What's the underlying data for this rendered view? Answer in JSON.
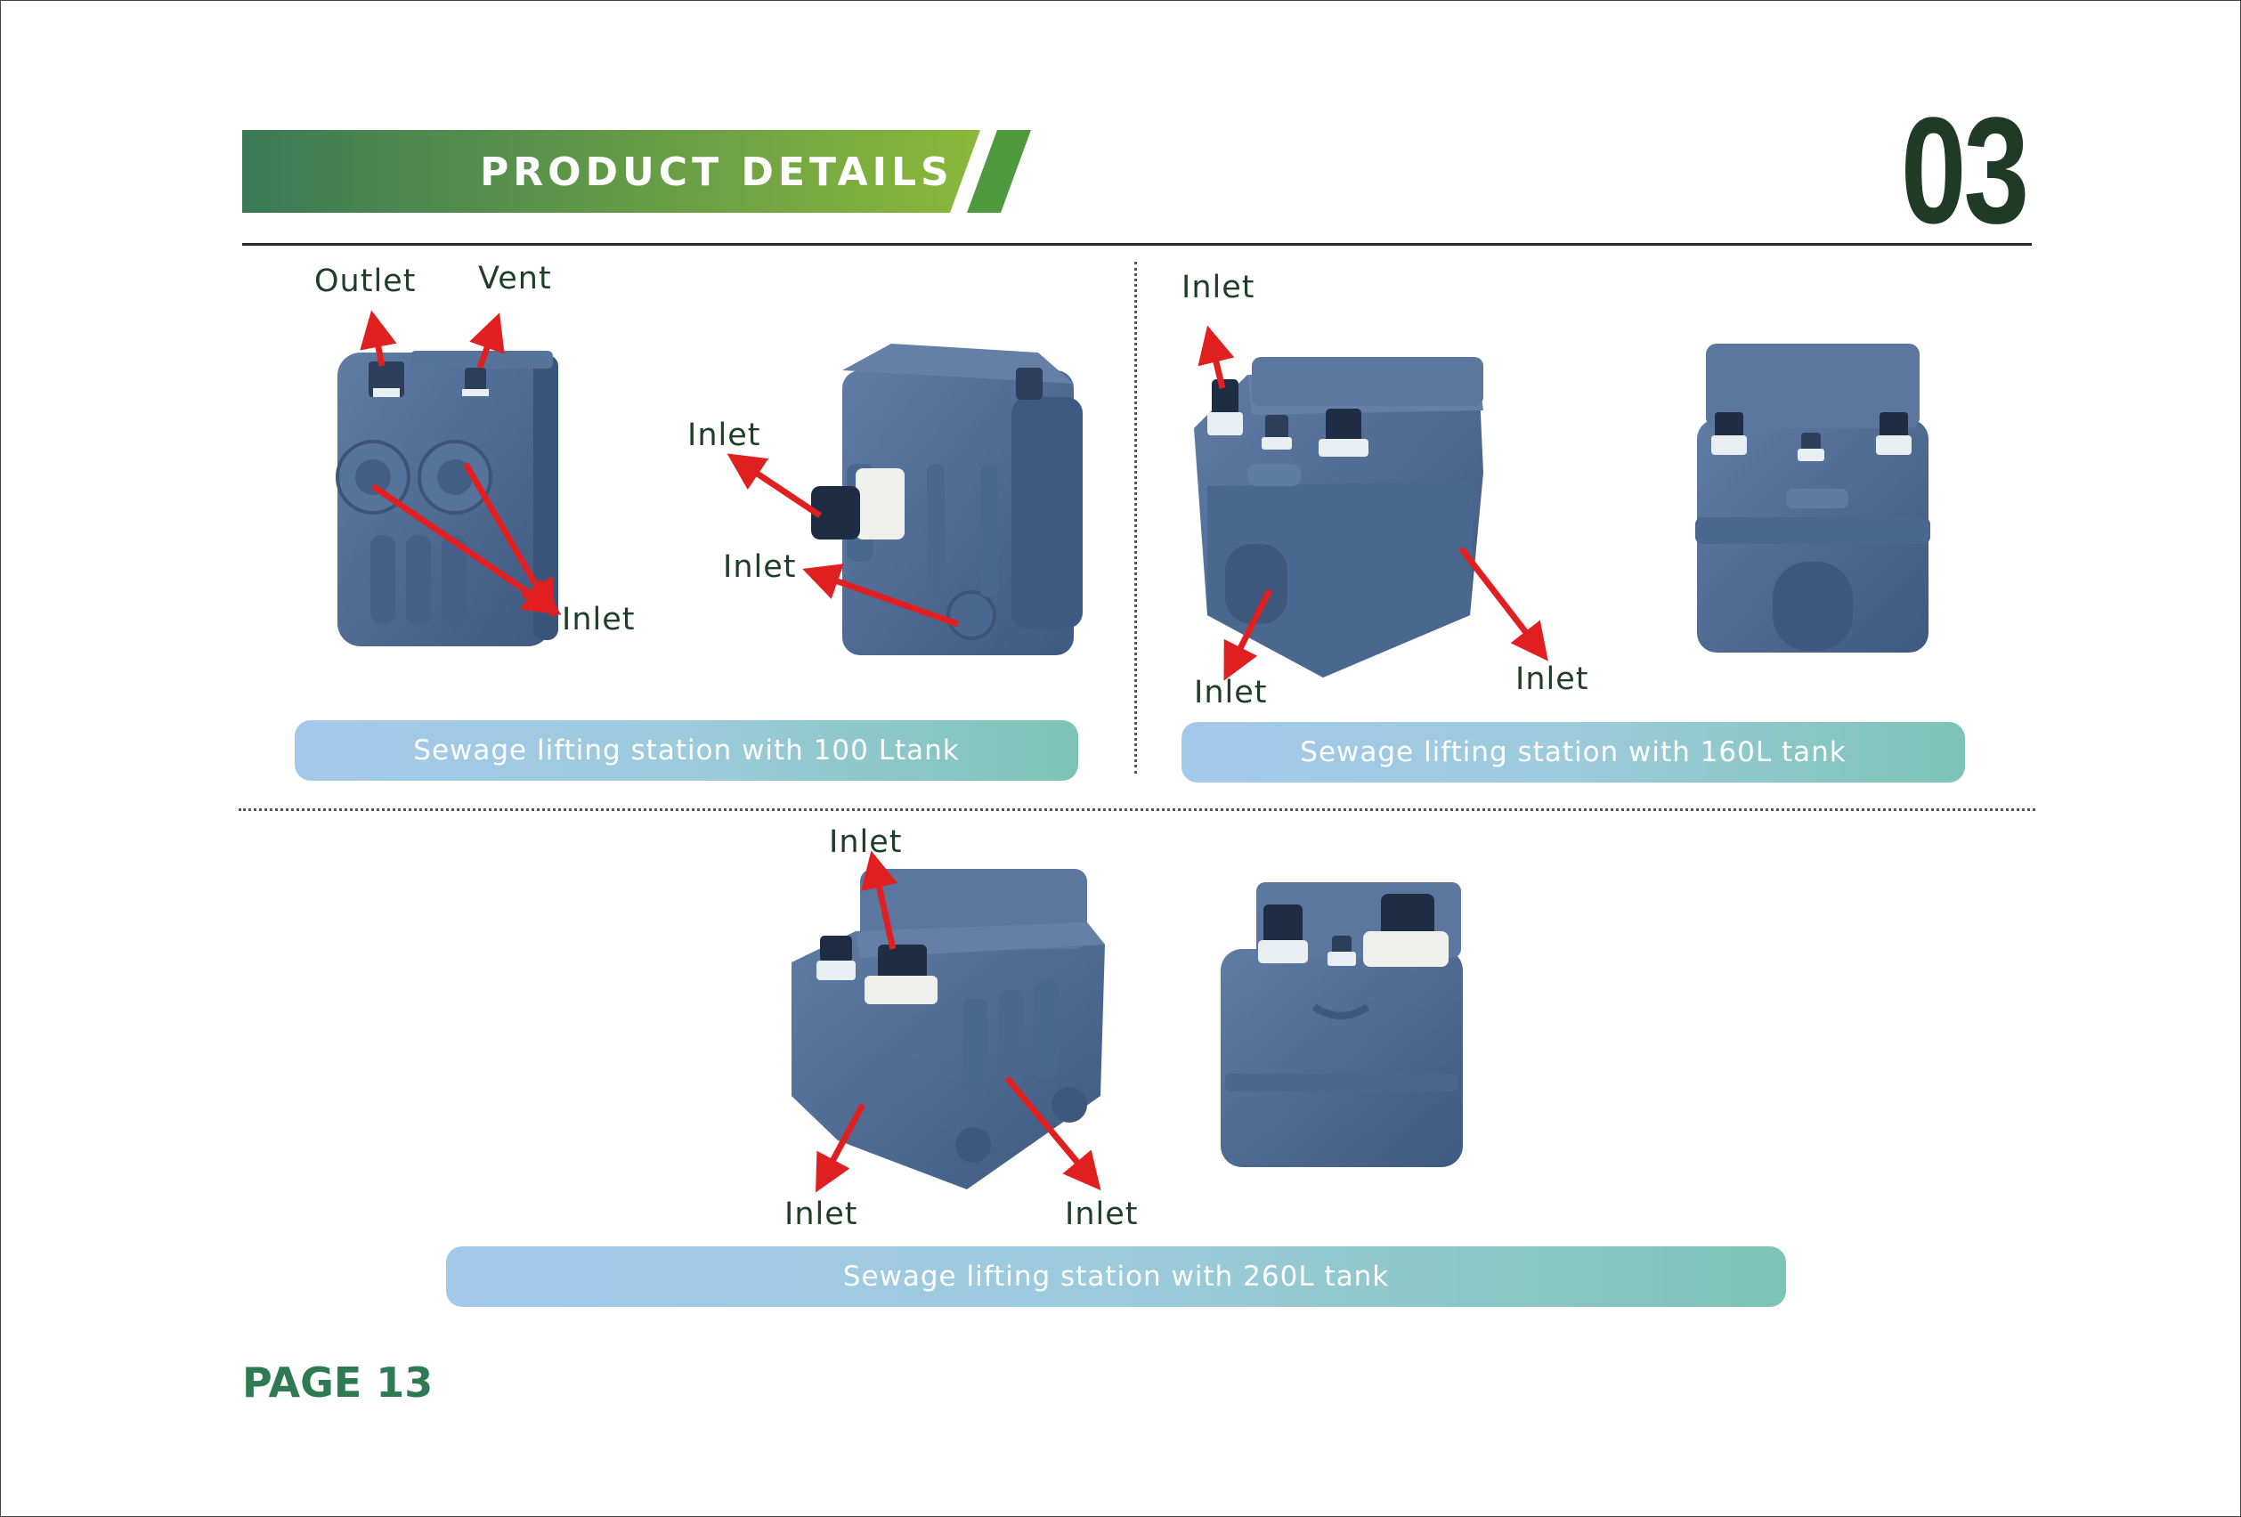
{
  "header": {
    "title": "PRODUCT  DETAILS",
    "section_number": "03"
  },
  "products": [
    {
      "caption": "Sewage lifting station with 100 Ltank",
      "labels": {
        "outlet": "Outlet",
        "vent": "Vent",
        "inlet_front": "Inlet",
        "inlet_side_top": "Inlet",
        "inlet_side_bottom": "Inlet"
      }
    },
    {
      "caption": "Sewage lifting station with 160L tank",
      "labels": {
        "inlet_top": "Inlet",
        "inlet_bottom_left": "Inlet",
        "inlet_bottom_right": "Inlet"
      }
    },
    {
      "caption": "Sewage lifting station with 260L tank",
      "labels": {
        "inlet_top": "Inlet",
        "inlet_bottom_left": "Inlet",
        "inlet_bottom_right": "Inlet"
      }
    }
  ],
  "footer": {
    "page_label": "PAGE 13"
  },
  "colors": {
    "banner_dark": "#3a7a55",
    "banner_light": "#8ab83a",
    "tank": "#4e6b93",
    "arrow": "#e02020",
    "label_text": "#1e3e27"
  }
}
